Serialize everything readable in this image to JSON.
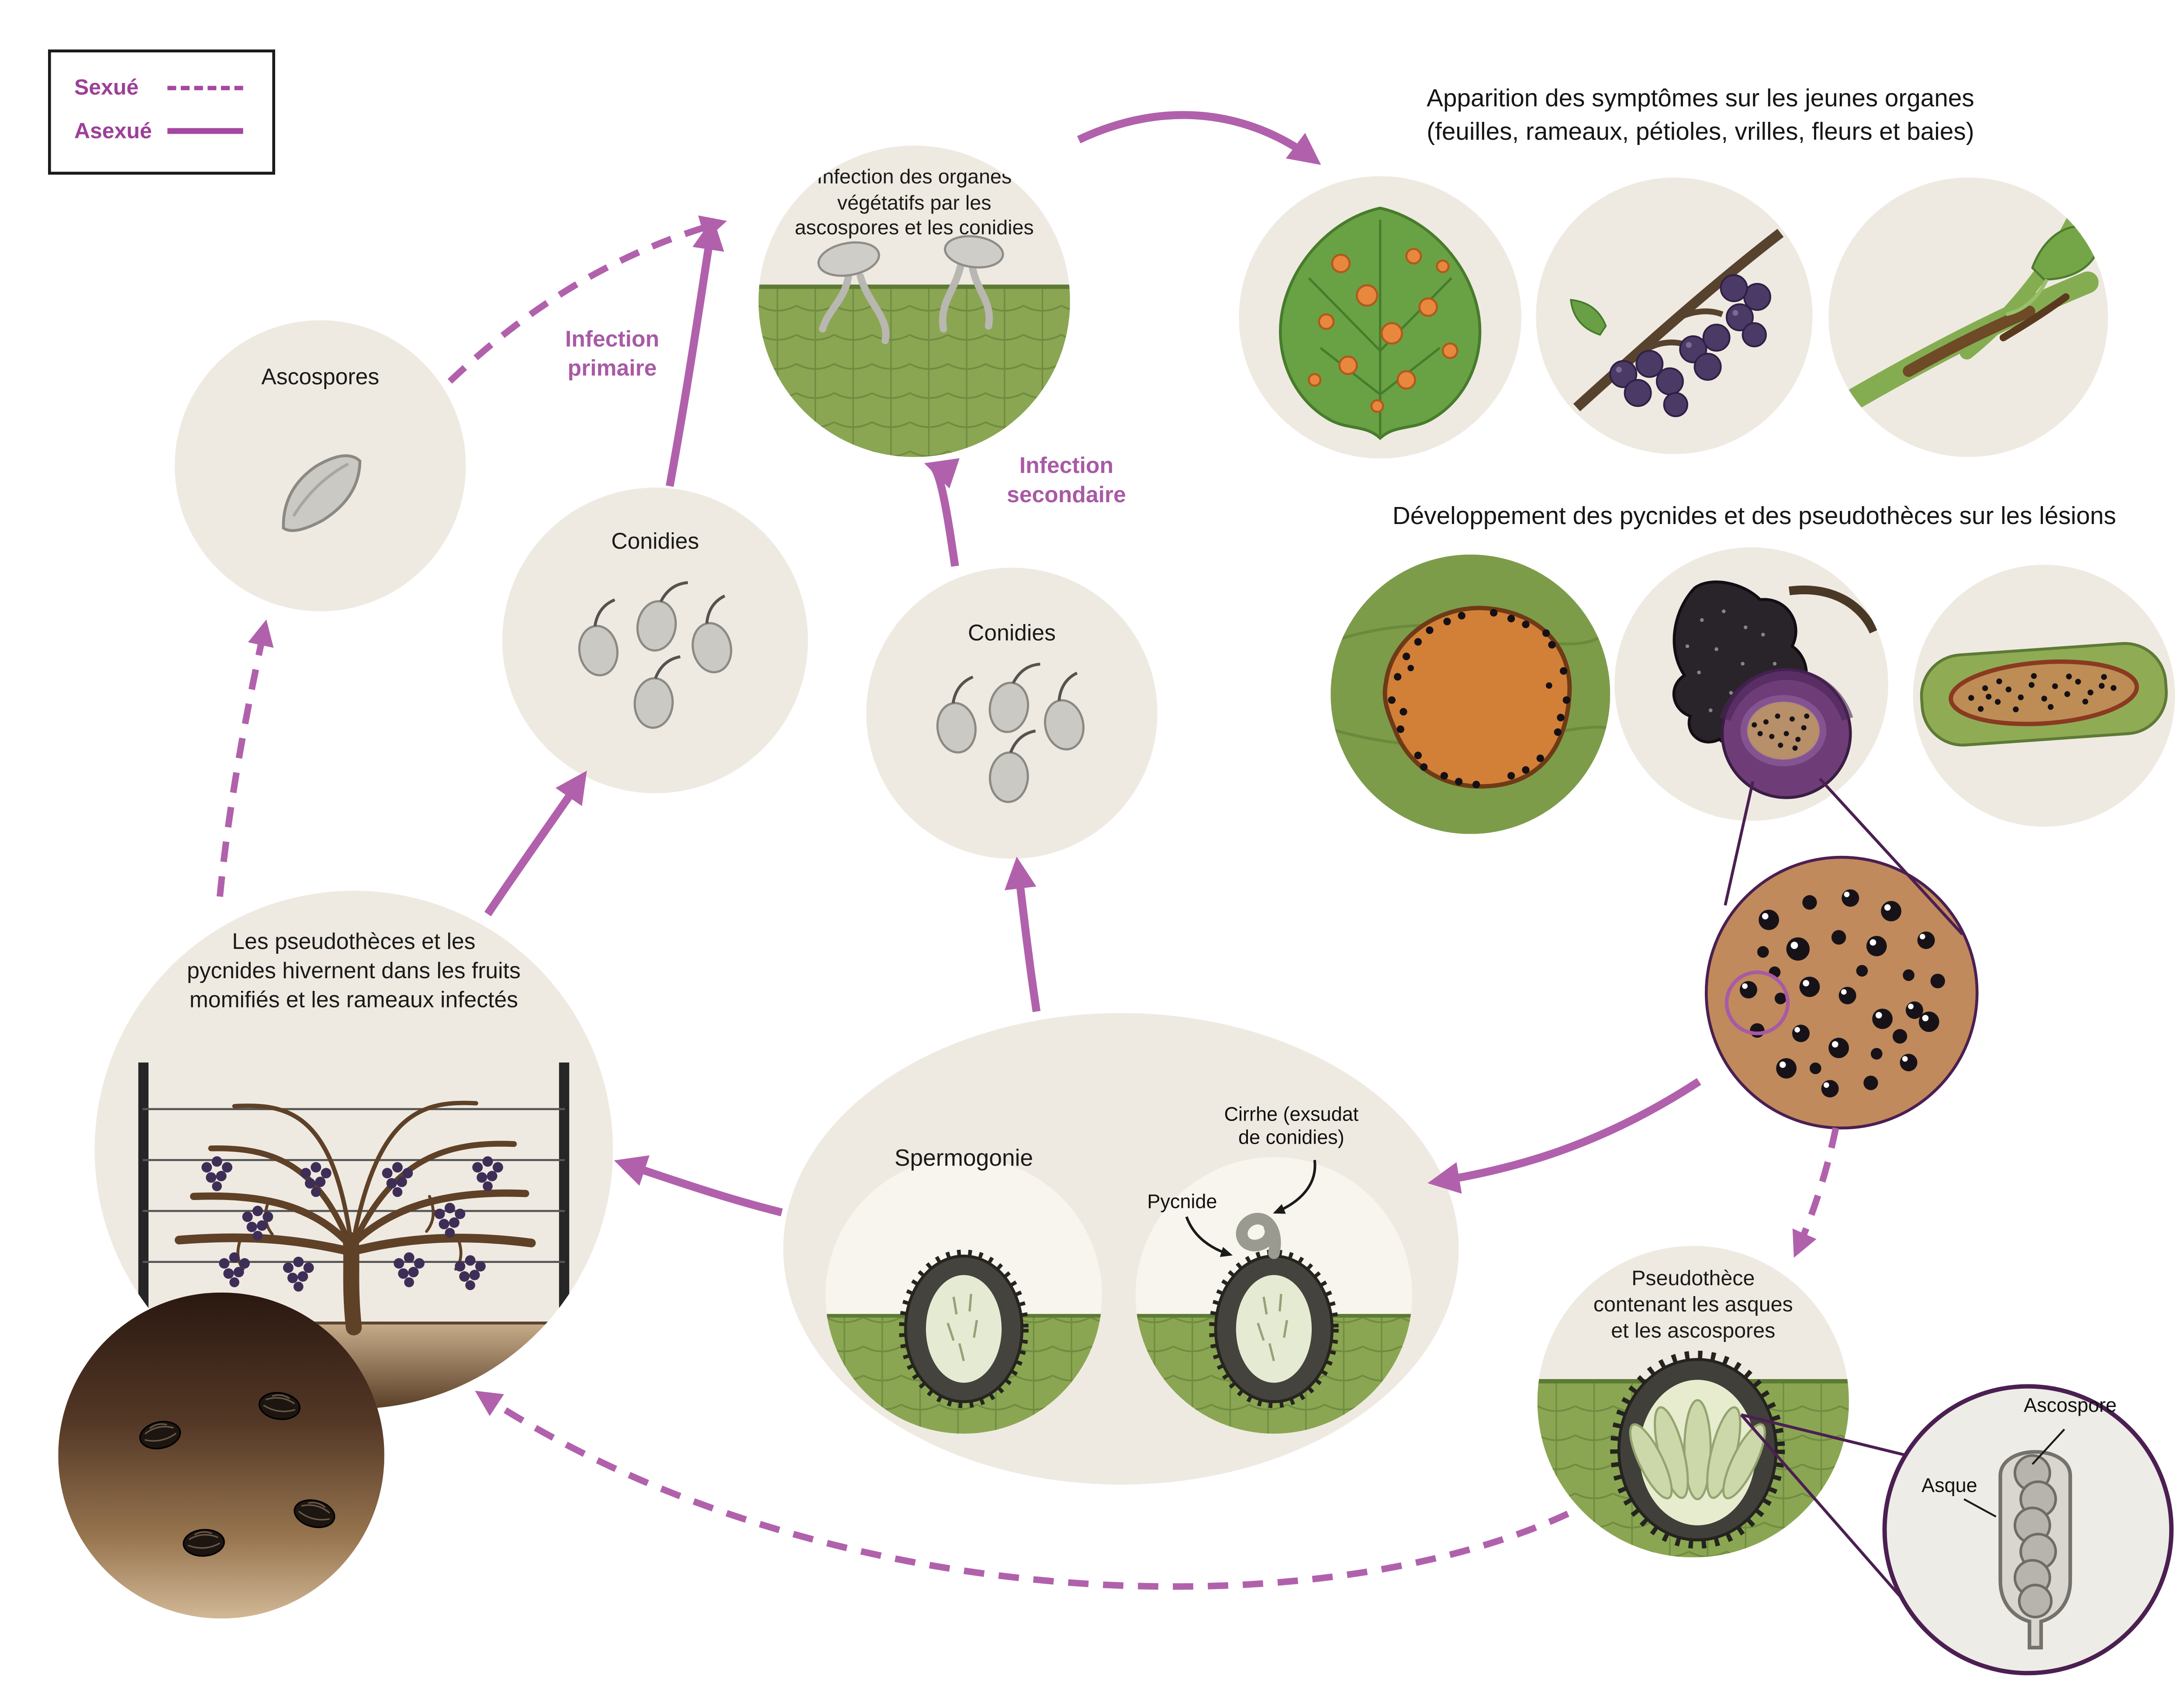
{
  "colors": {
    "arrow_purple": "#b161ac",
    "legend_purple": "#9c3f98",
    "zoom_outline_purple": "#4b1f52",
    "node_background": "#efeae1",
    "ground_green": "#8aa652"
  },
  "legend": {
    "sexue": "Sexué",
    "asexue": "Asexué"
  },
  "labels": {
    "infection_organes": "Infection des organes\nvégétatifs par les\nascospores et les conidies",
    "symptomes_heading": "Apparition des symptômes sur les jeunes organes\n(feuilles, rameaux, pétioles, vrilles, fleurs et baies)",
    "ascospores": "Ascospores",
    "infection_primaire": "Infection\nprimaire",
    "conidies_1": "Conidies",
    "infection_secondaire": "Infection\nsecondaire",
    "conidies_2": "Conidies",
    "developpement_heading": "Développement des pycnides et des pseudothèces sur les lésions",
    "hivernation": "Les pseudothèces et les\npycnides hivernent dans les fruits\nmomifiés et les rameaux infectés",
    "spermogonie": "Spermogonie",
    "cirrhe": "Cirrhe (exsudat\nde conidies)",
    "pycnide": "Pycnide",
    "pseudothece": "Pseudothèce\ncontenant les asques\net les ascospores",
    "ascospore": "Ascospore",
    "asque": "Asque"
  }
}
